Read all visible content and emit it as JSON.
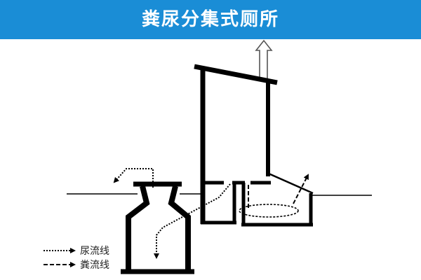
{
  "header": {
    "title": "粪尿分集式厕所",
    "background": "#1a8dd6",
    "text_color": "#ffffff"
  },
  "legend": {
    "urine_label": "尿流线",
    "feces_label": "粪流线"
  },
  "colors": {
    "structure": "#000000",
    "vent_pipe": "#555555"
  }
}
